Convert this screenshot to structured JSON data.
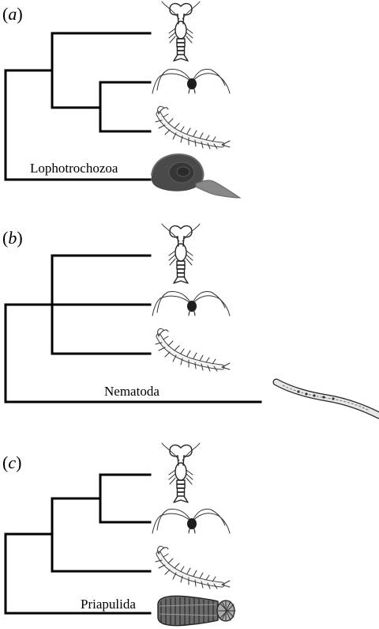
{
  "panels": [
    {
      "id": "a",
      "letter": "a",
      "outgroup_label": "Lophotrochozoa",
      "icons": [
        "crayfish-icon",
        "harvestman-icon",
        "centipede-icon",
        "snail-icon"
      ]
    },
    {
      "id": "b",
      "letter": "b",
      "outgroup_label": "Nematoda",
      "icons": [
        "crayfish-icon",
        "harvestman-icon",
        "centipede-icon",
        "nematode-icon"
      ]
    },
    {
      "id": "c",
      "letter": "c",
      "outgroup_label": "Priapulida",
      "icons": [
        "crayfish-icon",
        "harvestman-icon",
        "centipede-icon",
        "priapulid-icon"
      ]
    }
  ]
}
